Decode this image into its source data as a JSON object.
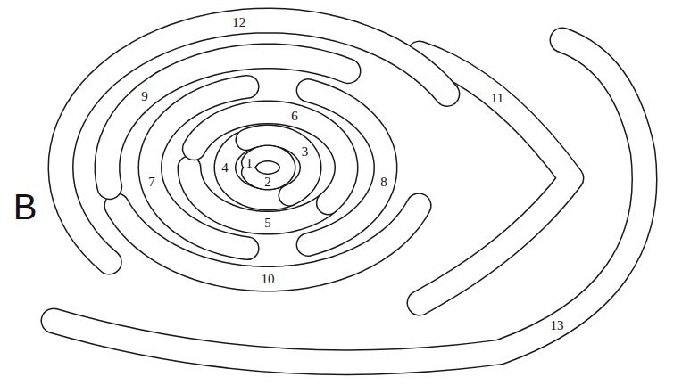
{
  "diagram": {
    "labels": [
      "B",
      "12",
      "9",
      "6",
      "11",
      "3",
      "4",
      "1",
      "2",
      "7",
      "5",
      "8",
      "10",
      "13"
    ]
  }
}
